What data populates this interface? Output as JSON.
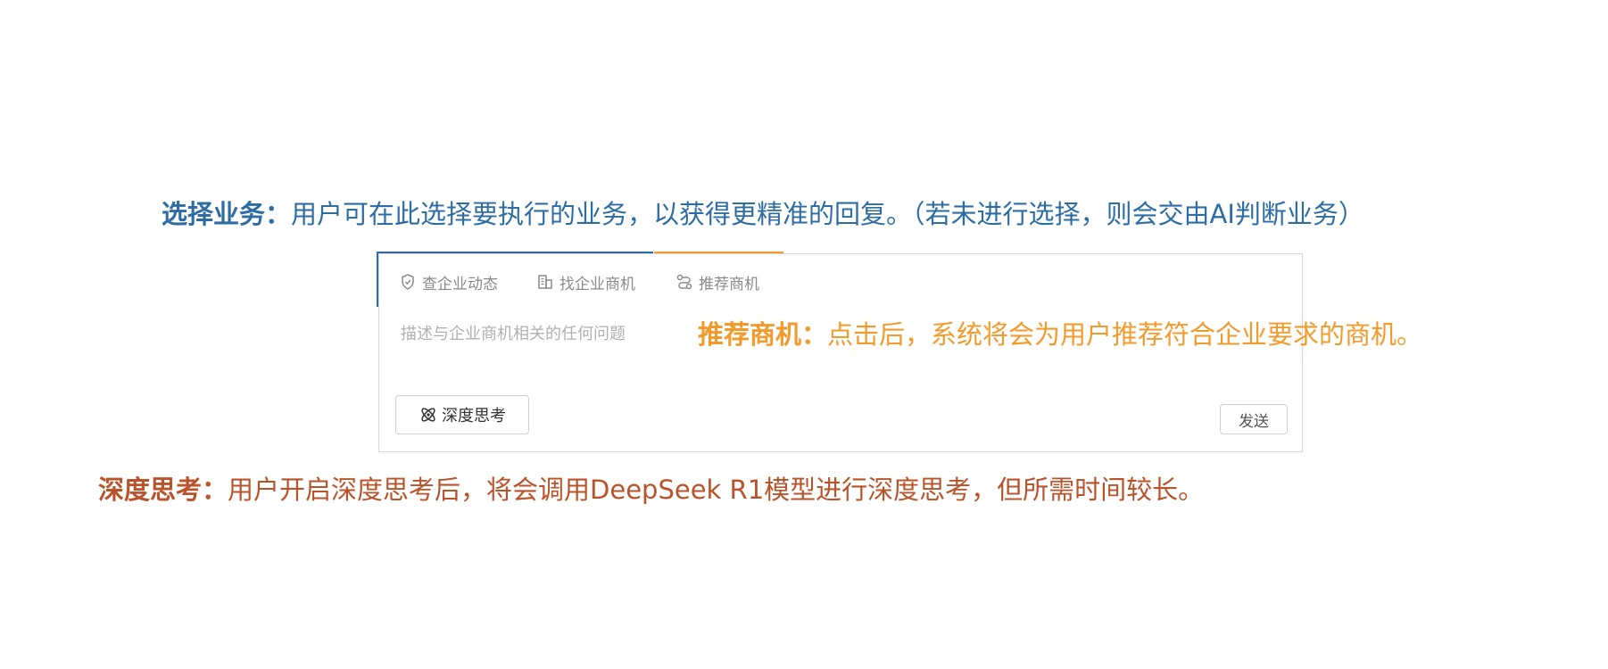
{
  "annotations": {
    "business": {
      "heading": "选择业务：",
      "text": "用户可在此选择要执行的业务，以获得更精准的回复。（若未进行选择，则会交由AI判断业务）",
      "color": "#2e6da4"
    },
    "recommend": {
      "heading": "推荐商机：",
      "text": "点击后，系统将会为用户推荐符合企业要求的商机。",
      "color": "#f29b2c"
    },
    "deep_thinking": {
      "heading": "深度思考：",
      "text": "用户开启深度思考后，将会调用DeepSeek R1模型进行深度思考，但所需时间较长。",
      "color": "#b8532a"
    }
  },
  "panel": {
    "tabs": [
      {
        "label": "查企业动态",
        "icon": "shield-check-icon"
      },
      {
        "label": "找企业商机",
        "icon": "building-icon"
      },
      {
        "label": "推荐商机",
        "icon": "route-icon"
      }
    ],
    "input_placeholder": "描述与企业商机相关的任何问题",
    "deep_thinking_label": "深度思考",
    "deep_thinking_icon": "atom-icon",
    "send_label": "发送"
  }
}
